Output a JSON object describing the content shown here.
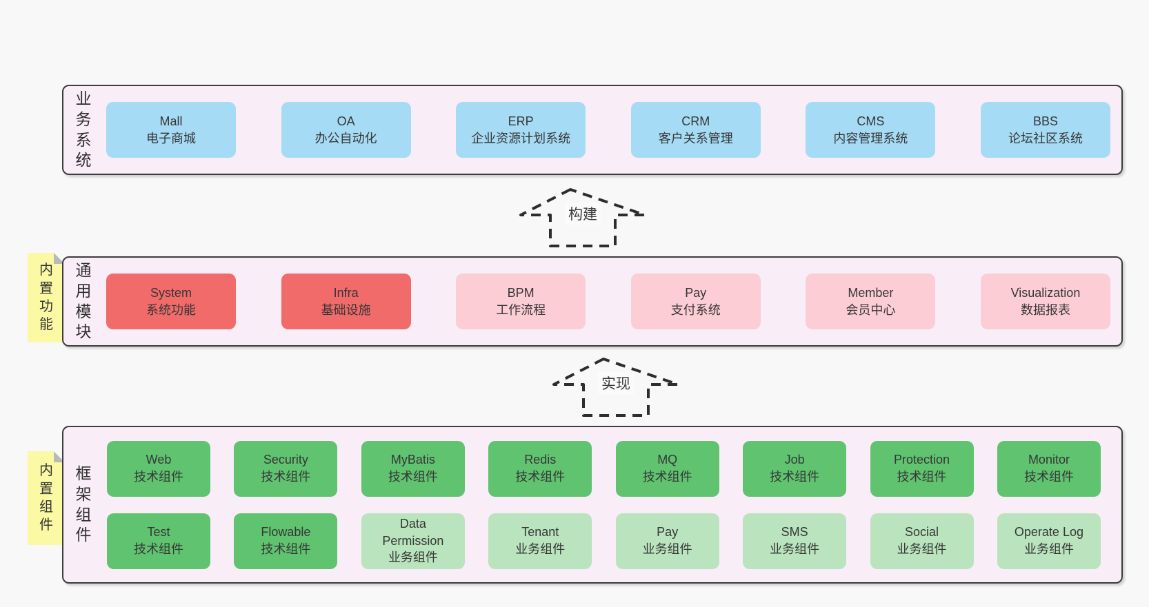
{
  "colors": {
    "blue": "#a6dbf5",
    "red": "#f16b6b",
    "pink": "#fccdd5",
    "green": "#5fc370",
    "lightgreen": "#bae4be",
    "band_bg": "#f9edf7",
    "band_border": "#3c3c3c",
    "sticky_bg": "#fbf9a4",
    "sticky_fold": "#b9b9b9",
    "arrow_stroke": "#2d2d2d",
    "page_bg": "#f8f8f8"
  },
  "arrows": [
    {
      "label": "构建"
    },
    {
      "label": "实现"
    }
  ],
  "bands": [
    {
      "id": "business-systems",
      "label": "业务系统",
      "sticky": "",
      "rows": [
        [
          {
            "title": "Mall",
            "desc": "电子商城",
            "variant": "blue"
          },
          {
            "title": "OA",
            "desc": "办公自动化",
            "variant": "blue"
          },
          {
            "title": "ERP",
            "desc": "企业资源计划系统",
            "variant": "blue"
          },
          {
            "title": "CRM",
            "desc": "客户关系管理",
            "variant": "blue"
          },
          {
            "title": "CMS",
            "desc": "内容管理系统",
            "variant": "blue"
          },
          {
            "title": "BBS",
            "desc": "论坛社区系统",
            "variant": "blue"
          }
        ]
      ]
    },
    {
      "id": "common-modules",
      "label": "通用模块",
      "sticky": "内置功能",
      "rows": [
        [
          {
            "title": "System",
            "desc": "系统功能",
            "variant": "red"
          },
          {
            "title": "Infra",
            "desc": "基础设施",
            "variant": "red"
          },
          {
            "title": "BPM",
            "desc": "工作流程",
            "variant": "pink"
          },
          {
            "title": "Pay",
            "desc": "支付系统",
            "variant": "pink"
          },
          {
            "title": "Member",
            "desc": "会员中心",
            "variant": "pink"
          },
          {
            "title": "Visualization",
            "desc": "数据报表",
            "variant": "pink"
          }
        ]
      ]
    },
    {
      "id": "framework-components",
      "label": "框架组件",
      "sticky": "内置组件",
      "rows": [
        [
          {
            "title": "Web",
            "desc": "技术组件",
            "variant": "green"
          },
          {
            "title": "Security",
            "desc": "技术组件",
            "variant": "green"
          },
          {
            "title": "MyBatis",
            "desc": "技术组件",
            "variant": "green"
          },
          {
            "title": "Redis",
            "desc": "技术组件",
            "variant": "green"
          },
          {
            "title": "MQ",
            "desc": "技术组件",
            "variant": "green"
          },
          {
            "title": "Job",
            "desc": "技术组件",
            "variant": "green"
          },
          {
            "title": "Protection",
            "desc": "技术组件",
            "variant": "green"
          },
          {
            "title": "Monitor",
            "desc": "技术组件",
            "variant": "green"
          }
        ],
        [
          {
            "title": "Test",
            "desc": "技术组件",
            "variant": "green"
          },
          {
            "title": "Flowable",
            "desc": "技术组件",
            "variant": "green"
          },
          {
            "title": "Data Permission",
            "desc": "业务组件",
            "variant": "lightgreen"
          },
          {
            "title": "Tenant",
            "desc": "业务组件",
            "variant": "lightgreen"
          },
          {
            "title": "Pay",
            "desc": "业务组件",
            "variant": "lightgreen"
          },
          {
            "title": "SMS",
            "desc": "业务组件",
            "variant": "lightgreen"
          },
          {
            "title": "Social",
            "desc": "业务组件",
            "variant": "lightgreen"
          },
          {
            "title": "Operate Log",
            "desc": "业务组件",
            "variant": "lightgreen"
          }
        ]
      ]
    }
  ]
}
